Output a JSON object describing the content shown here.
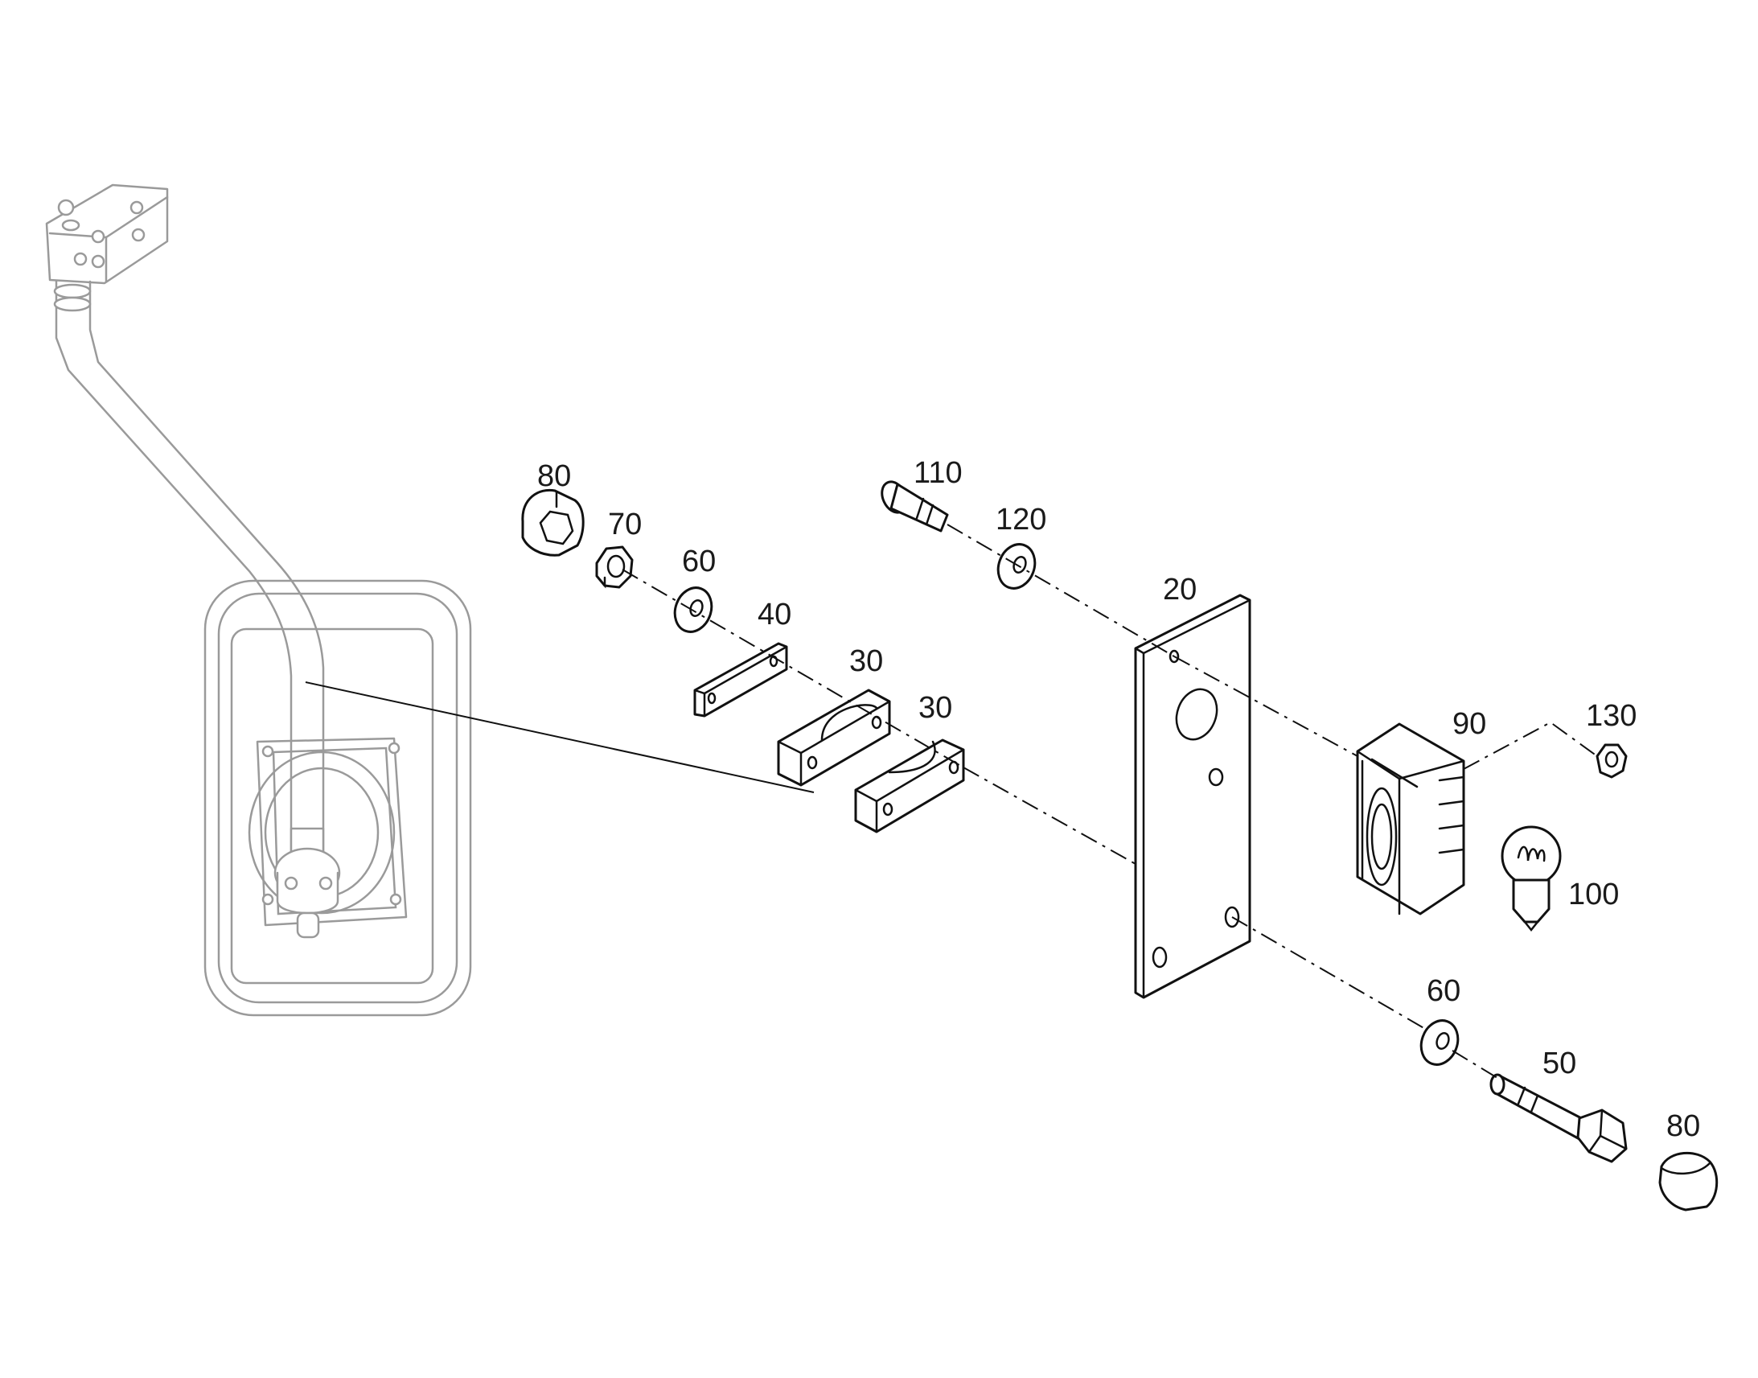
{
  "diagram": {
    "callouts": [
      {
        "id": "20",
        "text": "20"
      },
      {
        "id": "30a",
        "text": "30"
      },
      {
        "id": "30b",
        "text": "30"
      },
      {
        "id": "40",
        "text": "40"
      },
      {
        "id": "50",
        "text": "50"
      },
      {
        "id": "60a",
        "text": "60"
      },
      {
        "id": "60b",
        "text": "60"
      },
      {
        "id": "70",
        "text": "70"
      },
      {
        "id": "80a",
        "text": "80"
      },
      {
        "id": "80b",
        "text": "80"
      },
      {
        "id": "90",
        "text": "90"
      },
      {
        "id": "100",
        "text": "100"
      },
      {
        "id": "110",
        "text": "110"
      },
      {
        "id": "120",
        "text": "120"
      },
      {
        "id": "130",
        "text": "130"
      }
    ]
  }
}
